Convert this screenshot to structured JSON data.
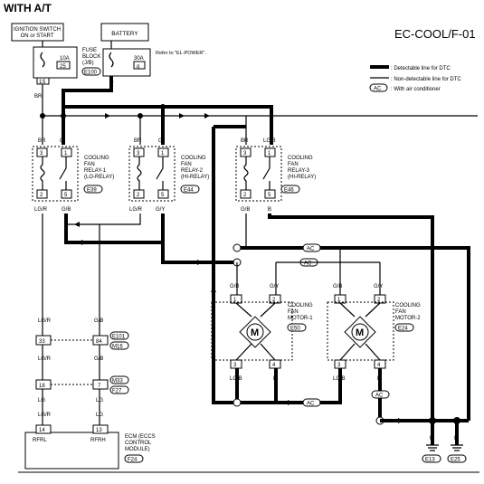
{
  "header": {
    "title": "WITH A/T",
    "code": "EC-COOL/F-01"
  },
  "legend": {
    "detectable": ": Detectable line for DTC",
    "non_detectable": ": Non-detectable line for DTC",
    "ac": ": With air conditioner",
    "ac_badge": "AC"
  },
  "sources": {
    "ignition": [
      "IGNITION SWITCH",
      "ON or START"
    ],
    "battery": "BATTERY",
    "fuse_block_label": [
      "FUSE",
      "BLOCK",
      "(J/B)"
    ],
    "fuse_block_code": "E100",
    "fuse_10a": "10A",
    "fuse_25": "25",
    "fuse_30a": "30A",
    "fuse_q": "q",
    "refer": "Refer to \"EL-POWER\".",
    "conn_1s": "1S",
    "conn_g": "G"
  },
  "wires": {
    "br": "BR",
    "g": "G",
    "lgb": "LG/B",
    "lgr": "LG/R",
    "gb": "G/B",
    "gy": "G/Y",
    "b": "B",
    "lg": "LG"
  },
  "relays": [
    {
      "label": [
        "COOLING",
        "FAN",
        "RELAY-1",
        "(LO-RELAY)"
      ],
      "code": "E39"
    },
    {
      "label": [
        "COOLING",
        "FAN",
        "RELAY-2",
        "(HI-RELAY)"
      ],
      "code": "E44"
    },
    {
      "label": [
        "COOLING",
        "FAN",
        "RELAY-3",
        "(HI-RELAY)"
      ],
      "code": "E46"
    }
  ],
  "relay_pins": {
    "p3": "3",
    "p1": "1",
    "p2": "2",
    "p5": "5"
  },
  "motors": [
    {
      "label": [
        "COOLING",
        "FAN",
        "MOTOR-1"
      ],
      "code": "E50"
    },
    {
      "label": [
        "COOLING",
        "FAN",
        "MOTOR-2"
      ],
      "code": "E24"
    }
  ],
  "motor_symbol": "M",
  "motor_pins": {
    "p1": "1",
    "p2": "2",
    "p3": "3",
    "p4": "4"
  },
  "connectors": {
    "c33": "33",
    "c84": "84",
    "e101": "E101",
    "m16": "M16",
    "c18": "18",
    "c7": "7",
    "m33": "M33",
    "f27": "F27"
  },
  "ecm": {
    "pin14": "14",
    "pin13": "13",
    "rfrl": "RFRL",
    "rfrh": "RFRH",
    "label": [
      "ECM (ECCS",
      "CONTROL",
      "MODULE)"
    ],
    "code": "F24"
  },
  "grounds": {
    "b": "B",
    "e13": "E13",
    "e25": "E25"
  }
}
